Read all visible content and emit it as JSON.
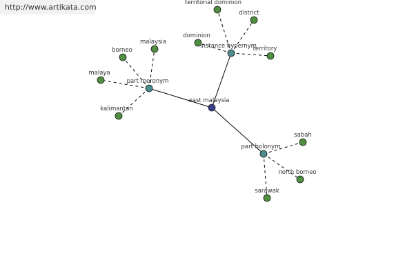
{
  "watermark": {
    "text": "http://www.artikata.com"
  },
  "graph": {
    "colors": {
      "center": "#3d3d8c",
      "relation": "#4d8c8c",
      "leaf": "#4f8f3f"
    },
    "nodes": [
      {
        "id": "center",
        "label": "east malaysia",
        "kind": "center"
      },
      {
        "id": "rel-part-meronym",
        "label": "part meronym",
        "kind": "relation"
      },
      {
        "id": "rel-instance-hypernym",
        "label": "instance hypernym",
        "kind": "relation"
      },
      {
        "id": "rel-part-holonym",
        "label": "part holonym",
        "kind": "relation"
      },
      {
        "id": "leaf-borneo",
        "label": "borneo",
        "kind": "leaf"
      },
      {
        "id": "leaf-malaysia",
        "label": "malaysia",
        "kind": "leaf"
      },
      {
        "id": "leaf-malaya",
        "label": "malaya",
        "kind": "leaf"
      },
      {
        "id": "leaf-kalimantan",
        "label": "kalimantan",
        "kind": "leaf"
      },
      {
        "id": "leaf-territorial-dominion",
        "label": "territorial dominion",
        "kind": "leaf"
      },
      {
        "id": "leaf-district",
        "label": "district",
        "kind": "leaf"
      },
      {
        "id": "leaf-dominion",
        "label": "dominion",
        "kind": "leaf"
      },
      {
        "id": "leaf-territory",
        "label": "territory",
        "kind": "leaf"
      },
      {
        "id": "leaf-sabah",
        "label": "sabah",
        "kind": "leaf"
      },
      {
        "id": "leaf-north-borneo",
        "label": "north borneo",
        "kind": "leaf"
      },
      {
        "id": "leaf-sarawak",
        "label": "sarawak",
        "kind": "leaf"
      }
    ],
    "edges": [
      {
        "from": "center",
        "to": "rel-part-meronym",
        "style": "solid"
      },
      {
        "from": "center",
        "to": "rel-instance-hypernym",
        "style": "solid"
      },
      {
        "from": "center",
        "to": "rel-part-holonym",
        "style": "solid"
      },
      {
        "from": "rel-part-meronym",
        "to": "leaf-borneo",
        "style": "dashed"
      },
      {
        "from": "rel-part-meronym",
        "to": "leaf-malaysia",
        "style": "dashed"
      },
      {
        "from": "rel-part-meronym",
        "to": "leaf-malaya",
        "style": "dashed"
      },
      {
        "from": "rel-part-meronym",
        "to": "leaf-kalimantan",
        "style": "dashed"
      },
      {
        "from": "rel-instance-hypernym",
        "to": "leaf-territorial-dominion",
        "style": "dashed"
      },
      {
        "from": "rel-instance-hypernym",
        "to": "leaf-district",
        "style": "dashed"
      },
      {
        "from": "rel-instance-hypernym",
        "to": "leaf-dominion",
        "style": "dashed"
      },
      {
        "from": "rel-instance-hypernym",
        "to": "leaf-territory",
        "style": "dashed"
      },
      {
        "from": "rel-part-holonym",
        "to": "leaf-sabah",
        "style": "dashed"
      },
      {
        "from": "rel-part-holonym",
        "to": "leaf-north-borneo",
        "style": "dashed"
      },
      {
        "from": "rel-part-holonym",
        "to": "leaf-sarawak",
        "style": "dashed"
      }
    ]
  }
}
